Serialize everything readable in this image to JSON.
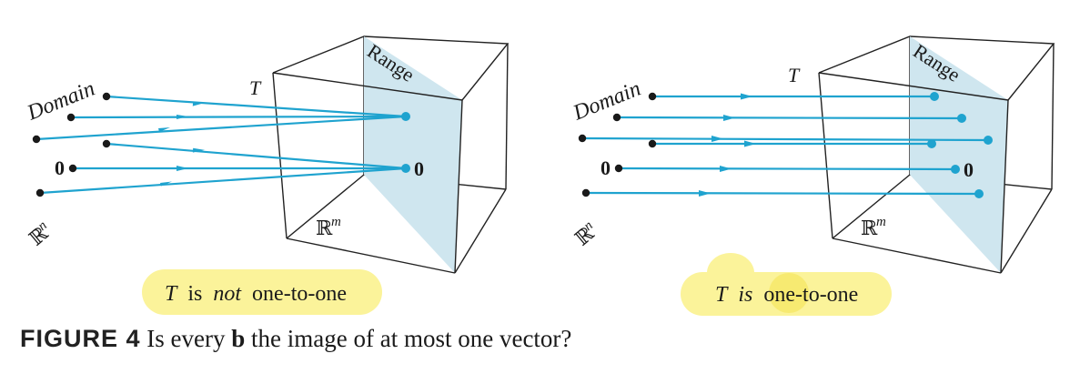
{
  "left_panel": {
    "domain_label": "Domain",
    "map_label": "T",
    "range_label": "Range",
    "rn_label": "ℝ",
    "rn_exp": "n",
    "rm_label": "ℝ",
    "rm_exp": "m",
    "zero_domain": "0",
    "zero_range": "0",
    "highlight": {
      "t": "T",
      "is": "is",
      "not": "not",
      "rest": "one-to-one"
    }
  },
  "right_panel": {
    "domain_label": "Domain",
    "map_label": "T",
    "range_label": "Range",
    "rn_label": "ℝ",
    "rn_exp": "n",
    "rm_label": "ℝ",
    "rm_exp": "m",
    "zero_domain": "0",
    "zero_range": "0",
    "highlight": {
      "t": "T",
      "is": "is",
      "rest": "one-to-one"
    }
  },
  "caption": {
    "figure": "FIGURE 4",
    "pre": "Is every",
    "bold": "b",
    "post": "the image of at most one vector?"
  },
  "colors": {
    "arrow": "#1fa3cf",
    "range_fill": "#cfe6ef",
    "highlight": "#fbf39a",
    "point": "#1a1a1a"
  }
}
